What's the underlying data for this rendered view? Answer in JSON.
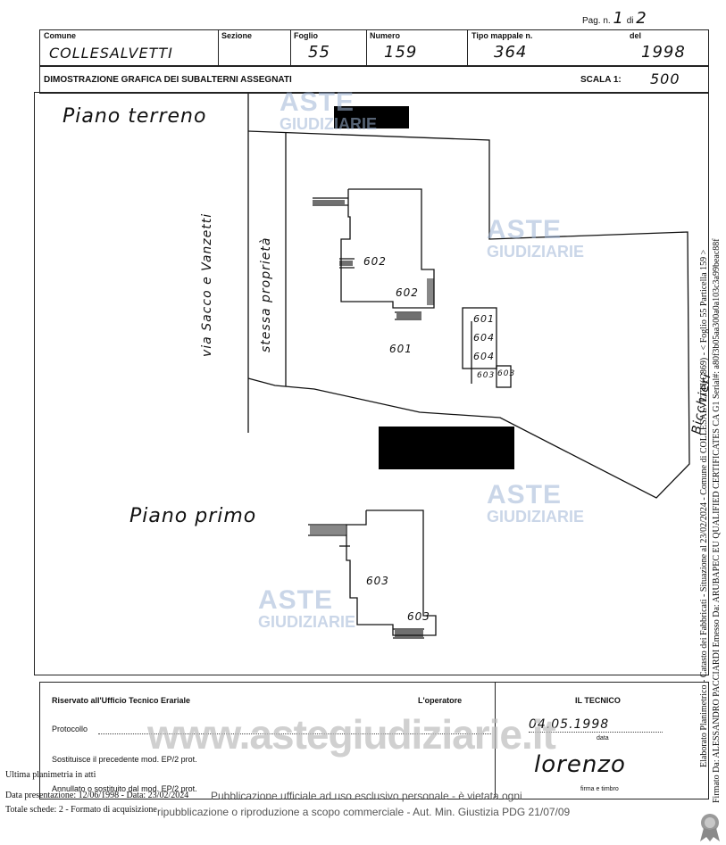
{
  "page": {
    "label": "Pag. n.",
    "num": "1",
    "of": "di",
    "total": "2"
  },
  "header": {
    "comune_label": "Comune",
    "comune": "COLLESALVETTI",
    "sezione_label": "Sezione",
    "sezione": "",
    "foglio_label": "Foglio",
    "foglio": "55",
    "numero_label": "Numero",
    "numero": "159",
    "tipo_label": "Tipo mappale n.",
    "tipo": "364",
    "del_label": "del",
    "del": "1998"
  },
  "title_row": {
    "title": "DIMOSTRAZIONE GRAFICA DEI SUBALTERNI ASSEGNATI",
    "scala_label": "SCALA 1:",
    "scala": "500"
  },
  "plan": {
    "piano_terreno": "Piano terreno",
    "piano_primo": "Piano primo",
    "street": "via Sacco e Vanzetti",
    "stessa": "stessa proprietà",
    "bicchieri": "Bicchieri",
    "labels": {
      "s602a": "602",
      "s602b": "602",
      "s601": "601",
      "s601b": "601",
      "s604a": "604",
      "s604b": "604",
      "s603a": "603",
      "s603b": "603",
      "s603c": "603",
      "s603d": "603"
    }
  },
  "watermark": {
    "line1": "ASTE",
    "line2": "GIUDIZIARIE",
    "big": "www.astegiudiziarie.it"
  },
  "bottom": {
    "riservato": "Riservato all'Ufficio Tecnico Erariale",
    "operatore": "L'operatore",
    "tecnico": "IL TECNICO",
    "protocollo": "Protocollo",
    "sostituisce": "Sostituisce il precedente mod. EP/2 prot.",
    "annullato": "Annullato o sostituito dal mod. EP/2 prot.",
    "data_firma": "04.05.1998",
    "data_label": "data",
    "firma_label": "firma e timbro",
    "signature": "lorenzo"
  },
  "footer": {
    "line1": "Ultima planimetria in atti",
    "line2": "Data presentazione: 12/06/1998 - Data: 23/02/2024",
    "line2b": "Pubblicazione ufficiale ad uso esclusivo personale - è vietata ogni",
    "line3": "Totale schede: 2 - Formato di acquisizione",
    "line3b": "ripubblicazione o riproduzione a scopo commerciale - Aut. Min. Giustizia PDG 21/07/09"
  },
  "side": {
    "text1": "Elaborato Planimetrico - Catasto dei Fabbricati - Situazione al 23/02/2024 - Comune di COLLESALVETTI(C869) - < Foglio 55 Particella 159 >",
    "text2": "Firmato Da: ALESSANDRO PACCIARDI Emesso Da: ARUBAPEC EU QUALIFIED CERTIFICATES CA G1 Serial#: a80f3b05aa300a0a103c3a99beac88f"
  }
}
